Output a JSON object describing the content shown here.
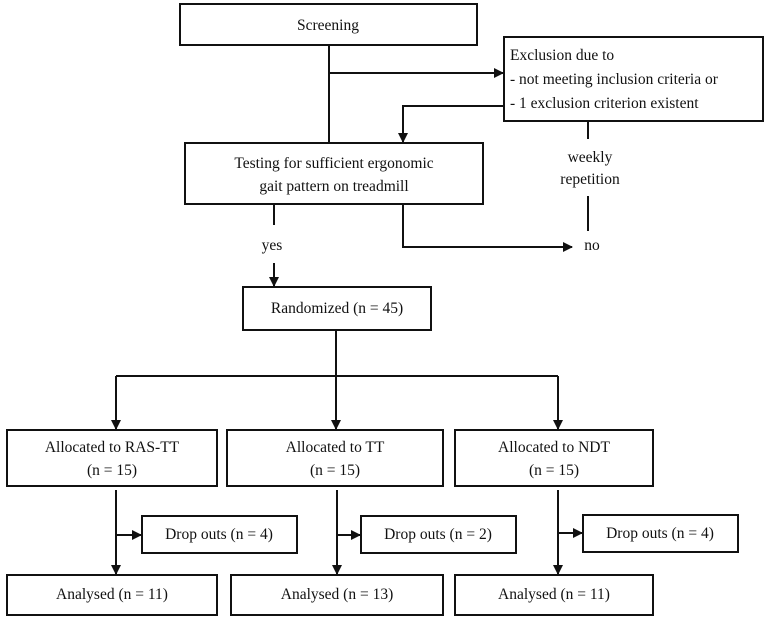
{
  "screening": "Screening",
  "exclusion": {
    "title": "Exclusion due to",
    "line1": "- not meeting inclusion criteria or",
    "line2": "- 1 exclusion criterion existent"
  },
  "weekly": {
    "line1": "weekly",
    "line2": "repetition"
  },
  "testing": {
    "line1": "Testing for sufficient ergonomic",
    "line2": "gait pattern on treadmill"
  },
  "yes": "yes",
  "no": "no",
  "randomized": "Randomized (n = 45)",
  "arms": [
    {
      "allocated": "Allocated to RAS-TT",
      "n": "(n = 15)",
      "dropouts": "Drop outs (n = 4)",
      "analysed": "Analysed (n = 11)"
    },
    {
      "allocated": "Allocated to TT",
      "n": "(n = 15)",
      "dropouts": "Drop outs (n = 2)",
      "analysed": "Analysed (n = 13)"
    },
    {
      "allocated": "Allocated to NDT",
      "n": "(n = 15)",
      "dropouts": "Drop outs (n = 4)",
      "analysed": "Analysed (n = 11)"
    }
  ]
}
